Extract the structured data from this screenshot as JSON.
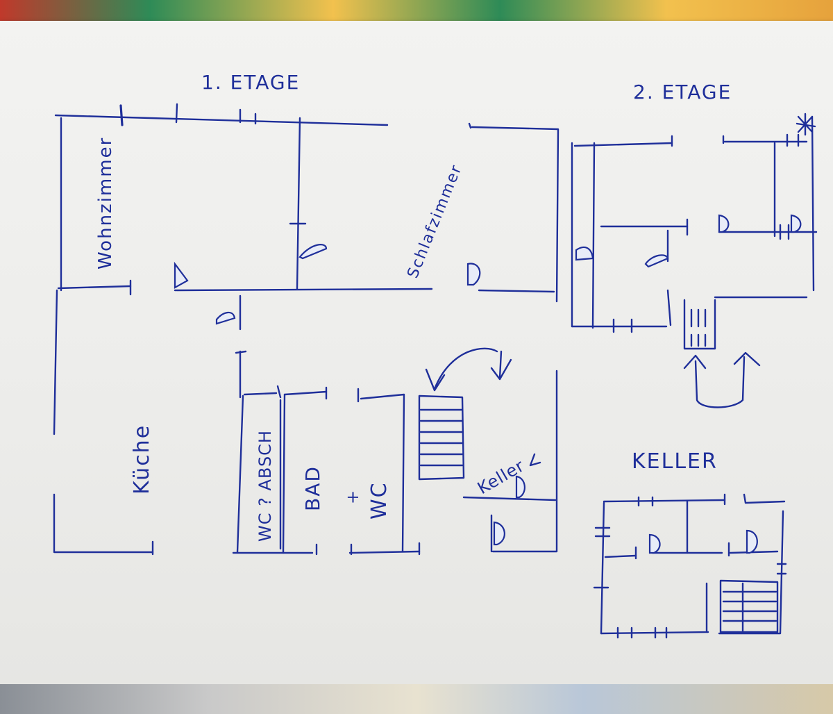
{
  "floors": {
    "first": {
      "title": "1. ETAGE",
      "rooms": {
        "living": "Wohnzimmer",
        "bedroom": "Schlafzimmer",
        "kitchen": "Küche",
        "wc_separate": "WC ? ABSCH",
        "bath": "BAD",
        "plus": "+",
        "wc": "WC",
        "cellar_note": "Keller"
      }
    },
    "second": {
      "title": "2. ETAGE"
    },
    "basement": {
      "title": "KELLER"
    }
  },
  "colors": {
    "ink": "#1f2f9a",
    "paper": "#f0f0ee"
  }
}
